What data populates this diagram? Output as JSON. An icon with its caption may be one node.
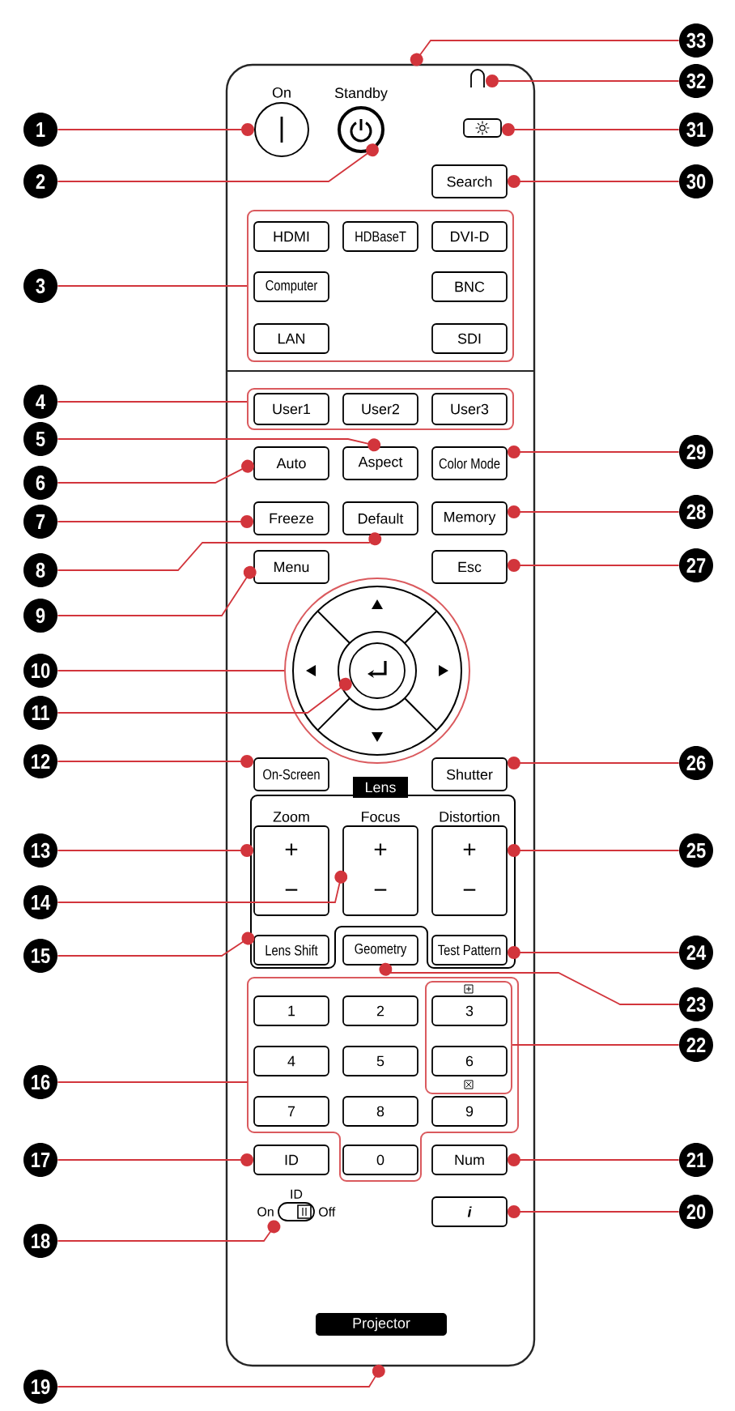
{
  "diagram": {
    "nodes": [
      {
        "text": [
          "33"
        ]
      },
      {
        "text": [
          "32"
        ]
      },
      {
        "text": [
          "1"
        ]
      },
      {
        "text": [
          "On"
        ]
      },
      {
        "text": [
          "Standby"
        ]
      },
      {
        "text": [],
        "shape": "box"
      },
      {
        "text": [
          "31"
        ]
      },
      {
        "text": [
          "2"
        ]
      },
      {
        "text": [
          "Search"
        ]
      },
      {
        "text": [
          "30"
        ]
      },
      {
        "text": [],
        "shape": "box"
      },
      {
        "text": [
          "HDMI"
        ],
        "in": 10
      },
      {
        "text": [
          "HDBaseT"
        ],
        "in": 10
      },
      {
        "text": [
          "DVI-D"
        ],
        "in": 10
      },
      {
        "text": [
          "3"
        ]
      },
      {
        "text": [
          "Computer"
        ],
        "in": 10
      },
      {
        "text": [
          "BNC"
        ],
        "in": 10
      },
      {
        "text": [
          "LAN"
        ],
        "in": 10
      },
      {
        "text": [
          "SDI"
        ],
        "in": 10
      },
      {
        "text": [
          "4"
        ]
      },
      {
        "text": [],
        "shape": "box"
      },
      {
        "text": [
          "User1"
        ],
        "in": 20
      },
      {
        "text": [
          "User2"
        ],
        "in": 20
      },
      {
        "text": [
          "User3"
        ],
        "in": 20
      },
      {
        "text": [
          "5"
        ]
      },
      {
        "text": [
          "Auto"
        ]
      },
      {
        "text": [
          "Aspect"
        ]
      },
      {
        "text": [
          "Color Mode"
        ]
      },
      {
        "text": [
          "29"
        ]
      },
      {
        "text": [
          "6"
        ]
      },
      {
        "text": [
          "7"
        ]
      },
      {
        "text": [
          "Freeze"
        ]
      },
      {
        "text": [
          "Default"
        ]
      },
      {
        "text": [
          "Memory"
        ]
      },
      {
        "text": [
          "28"
        ]
      },
      {
        "text": [
          "8"
        ]
      },
      {
        "text": [
          "Menu"
        ]
      },
      {
        "text": [
          "Esc"
        ]
      },
      {
        "text": [
          "27"
        ]
      },
      {
        "text": [
          "9"
        ]
      },
      {
        "text": [],
        "shape": "circle"
      },
      {
        "text": [
          "10"
        ]
      },
      {
        "text": [],
        "shape": "circle",
        "in": 40
      },
      {
        "text": [
          "11"
        ]
      },
      {
        "text": [
          "12"
        ]
      },
      {
        "text": [
          "On-Screen"
        ]
      },
      {
        "text": [
          "Shutter"
        ]
      },
      {
        "text": [
          "26"
        ]
      },
      {
        "text": [
          "Lens"
        ]
      },
      {
        "text": [
          "Zoom",
          "+",
          "−"
        ],
        "in": 48
      },
      {
        "text": [
          "Focus",
          "+",
          "−"
        ],
        "in": 48
      },
      {
        "text": [
          "Distortion",
          "+",
          "−"
        ],
        "in": 48
      },
      {
        "text": [
          "13"
        ]
      },
      {
        "text": [
          "25"
        ]
      },
      {
        "text": [
          "14"
        ]
      },
      {
        "text": [
          "15"
        ]
      },
      {
        "text": [
          "Lens Shift"
        ],
        "in": 48
      },
      {
        "text": [
          "Geometry"
        ]
      },
      {
        "text": [
          "Test Pattern"
        ],
        "in": 48
      },
      {
        "text": [
          "24"
        ]
      },
      {
        "text": [],
        "shape": "box"
      },
      {
        "text": [],
        "shape": "box",
        "in": 60
      },
      {
        "text": [
          "1"
        ],
        "in": 60
      },
      {
        "text": [
          "2"
        ],
        "in": 60
      },
      {
        "text": [
          "3"
        ],
        "in": 61
      },
      {
        "text": [
          "23"
        ]
      },
      {
        "text": [
          "4"
        ],
        "in": 60
      },
      {
        "text": [
          "5"
        ],
        "in": 60
      },
      {
        "text": [
          "6"
        ],
        "in": 61
      },
      {
        "text": [
          "22"
        ]
      },
      {
        "text": [
          "16"
        ]
      },
      {
        "text": [
          "7"
        ],
        "in": 60
      },
      {
        "text": [
          "8"
        ],
        "in": 60
      },
      {
        "text": [
          "9"
        ],
        "in": 60
      },
      {
        "text": [
          "17"
        ]
      },
      {
        "text": [
          "ID"
        ]
      },
      {
        "text": [
          "0"
        ],
        "in": 60
      },
      {
        "text": [
          "Num"
        ]
      },
      {
        "text": [
          "21"
        ]
      },
      {
        "text": [
          "ID"
        ],
        "beside": [
          "On",
          "Off"
        ]
      },
      {
        "text": [
          "i"
        ]
      },
      {
        "text": [
          "20"
        ]
      },
      {
        "text": [
          "18"
        ]
      },
      {
        "text": [
          "Projector"
        ]
      },
      {
        "text": [
          "19"
        ]
      }
    ],
    "edges": [
      {
        "from": 0,
        "to": null,
        "arrow": "other"
      },
      {
        "from": 1,
        "to": null,
        "arrow": "other"
      },
      {
        "from": 2,
        "to": 3,
        "arrow": "other"
      },
      {
        "from": 7,
        "to": 4,
        "arrow": "other"
      },
      {
        "from": 6,
        "to": 5,
        "arrow": "other"
      },
      {
        "from": 9,
        "to": 8,
        "arrow": "other"
      },
      {
        "from": 14,
        "to": 10,
        "arrow": "none"
      },
      {
        "from": 19,
        "to": 20,
        "arrow": "none"
      },
      {
        "from": 24,
        "to": 26,
        "arrow": "other"
      },
      {
        "from": 28,
        "to": 27,
        "arrow": "other"
      },
      {
        "from": 29,
        "to": 25,
        "arrow": "other"
      },
      {
        "from": 30,
        "to": 31,
        "arrow": "other"
      },
      {
        "from": 34,
        "to": 33,
        "arrow": "other"
      },
      {
        "from": 35,
        "to": 32,
        "arrow": "other"
      },
      {
        "from": 38,
        "to": 37,
        "arrow": "other"
      },
      {
        "from": 39,
        "to": 36,
        "arrow": "other"
      },
      {
        "from": 41,
        "to": 40,
        "arrow": "none"
      },
      {
        "from": 43,
        "to": 42,
        "arrow": "other"
      },
      {
        "from": 44,
        "to": 45,
        "arrow": "other"
      },
      {
        "from": 47,
        "to": 46,
        "arrow": "other"
      },
      {
        "from": 52,
        "to": 49,
        "arrow": "other"
      },
      {
        "from": 53,
        "to": 51,
        "arrow": "other"
      },
      {
        "from": 54,
        "to": 50,
        "arrow": "other"
      },
      {
        "from": 55,
        "to": 56,
        "arrow": "other"
      },
      {
        "from": 65,
        "to": 57,
        "arrow": "other"
      },
      {
        "from": 59,
        "to": 58,
        "arrow": "other"
      },
      {
        "from": 69,
        "to": 61,
        "arrow": "none"
      },
      {
        "from": 70,
        "to": 60,
        "arrow": "none"
      },
      {
        "from": 74,
        "to": 75,
        "arrow": "other"
      },
      {
        "from": 78,
        "to": 77,
        "arrow": "other"
      },
      {
        "from": 81,
        "to": 80,
        "arrow": "other"
      },
      {
        "from": 82,
        "to": 79,
        "arrow": "other"
      },
      {
        "from": 84,
        "to": null,
        "arrow": "other"
      }
    ]
  }
}
